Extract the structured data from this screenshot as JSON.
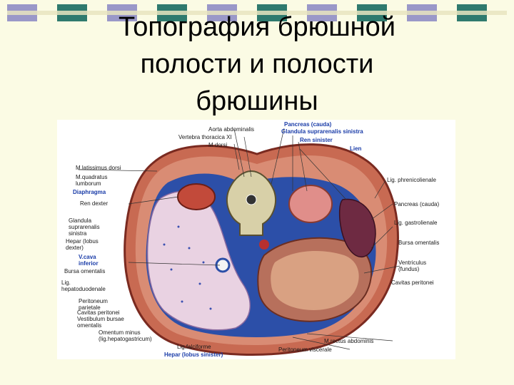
{
  "slide": {
    "title_lines": [
      "Топография брюшной",
      "полости и полости",
      "брюшины"
    ],
    "colors": {
      "background": "#fbfbe4",
      "band_teal": "#2f7a6e",
      "band_lavender": "#9a98c8",
      "band_cream": "#e7e4bf"
    }
  },
  "figure": {
    "labels_top": {
      "aorta": "Aorta abdominalis",
      "vertebra": "Vertebra thoracica XI",
      "m_dorsi": "M.dorsi",
      "pancreas_top": "Pancreas (cauda)",
      "glandula_sinistra": "Glandula suprarenalis sinistra",
      "ren_sinister": "Ren sinister",
      "lien": "Lien"
    },
    "labels_left": {
      "m_latissimus": "M.latissimus dorsi",
      "m_quadratus": "M.quadratus lumborum",
      "diaphragma": "Diaphragma",
      "ren_dexter": "Ren dexter",
      "glandula_dextra": "Glandula suprarenalis sinistra",
      "hepar_dexter": "Hepar (lobus dexter)",
      "v_cava": "V.cava inferior",
      "bursa_left": "Bursa omentalis",
      "lig_hepatoduodenale": "Lig. hepatoduodenale",
      "peritoneum_parietale": "Peritoneum parietale",
      "cavitas_peritonei_vestibulum": "Cavitas peritonei Vestibulum bursae omentalis",
      "omentum_minus": "Omentum minus (lig.hepatogastricum)",
      "lig_falciforme": "Lig.falciforme",
      "hepar_sinister": "Hepar (lobus sinister)"
    },
    "labels_right": {
      "lig_phrenicolienale": "Lig. phrenicolienale",
      "pancreas_right": "Pancreas (cauda)",
      "lig_gastrolienale": "Lig. gastrolienale",
      "bursa_right": "Bursa omentalis",
      "ventriculus": "Ventriculus (fundus)",
      "cavitas_right": "Cavitas peritonei",
      "m_rectus": "M.rectus abdominis",
      "peritoneum_viscerale": "Peritoneum viscerale"
    }
  }
}
